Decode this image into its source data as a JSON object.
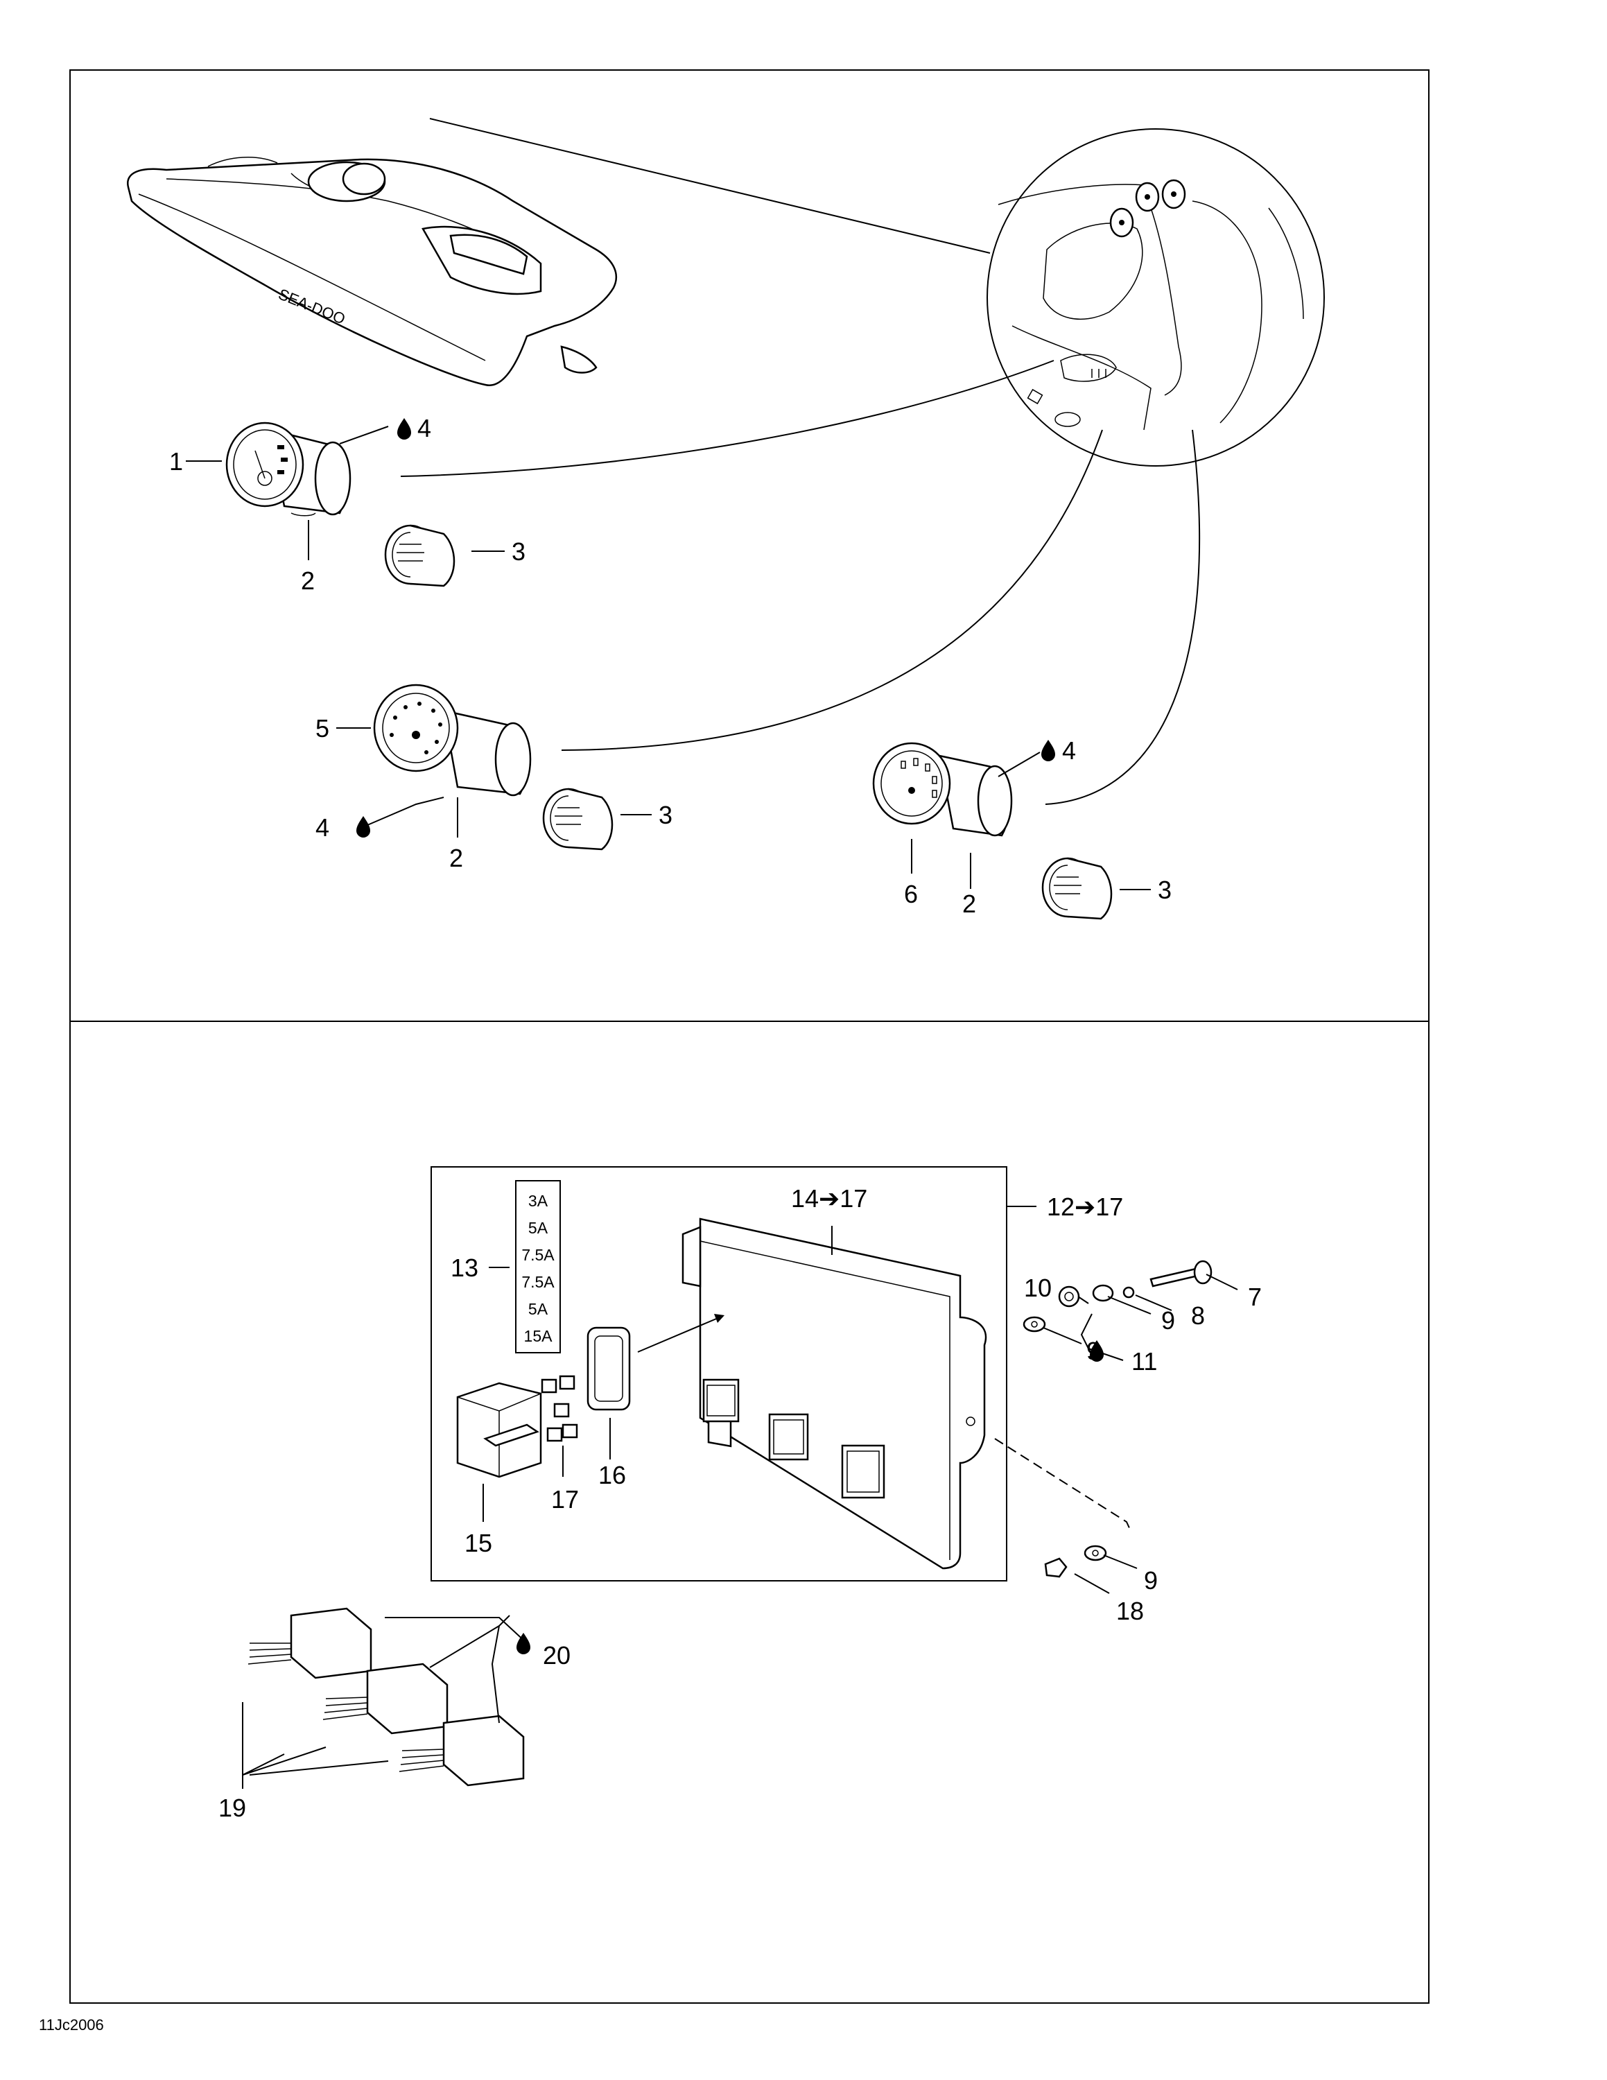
{
  "figure_code": "11Jc2006",
  "callouts": {
    "c1": "1",
    "c2a": "2",
    "c2b": "2",
    "c2c": "2",
    "c3a": "3",
    "c3b": "3",
    "c3c": "3",
    "c4a": "4",
    "c4b": "4",
    "c4c": "4",
    "c5": "5",
    "c6": "6",
    "c7": "7",
    "c8": "8",
    "c9a": "9",
    "c9b": "9",
    "c9c": "9",
    "c10": "10",
    "c11": "11",
    "c12": "12➔17",
    "c13": "13",
    "c14": "14➔17",
    "c15": "15",
    "c16": "16",
    "c17": "17",
    "c18": "18",
    "c19": "19",
    "c20": "20"
  },
  "fuse_ratings": [
    "3A",
    "5A",
    "7.5A",
    "7.5A",
    "5A",
    "15A"
  ],
  "icons": {
    "lubricant": "oil-drop-icon"
  }
}
